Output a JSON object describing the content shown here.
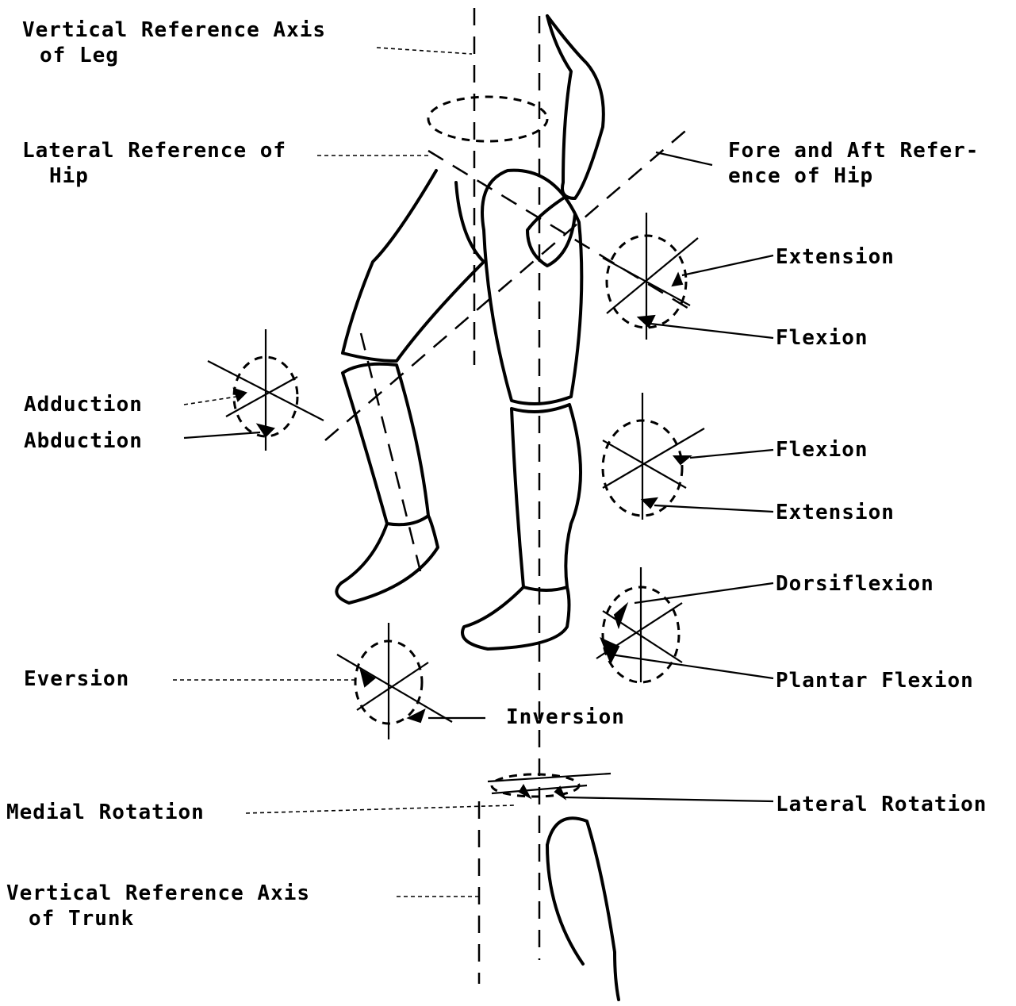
{
  "labels": {
    "vertical_axis_leg_1": "Vertical Reference Axis",
    "vertical_axis_leg_2": "of Leg",
    "lateral_ref_hip_1": "Lateral Reference of",
    "lateral_ref_hip_2": "Hip",
    "fore_aft_hip_1": "Fore and Aft Refer-",
    "fore_aft_hip_2": "ence of Hip",
    "hip_extension": "Extension",
    "hip_flexion": "Flexion",
    "adduction": "Adduction",
    "abduction": "Abduction",
    "knee_flexion": "Flexion",
    "knee_extension": "Extension",
    "dorsiflexion": "Dorsiflexion",
    "eversion": "Eversion",
    "plantar_flexion": "Plantar Flexion",
    "inversion": "Inversion",
    "medial_rotation": "Medial Rotation",
    "lateral_rotation": "Lateral Rotation",
    "vertical_axis_trunk_1": "Vertical Reference Axis",
    "vertical_axis_trunk_2": "of Trunk"
  }
}
